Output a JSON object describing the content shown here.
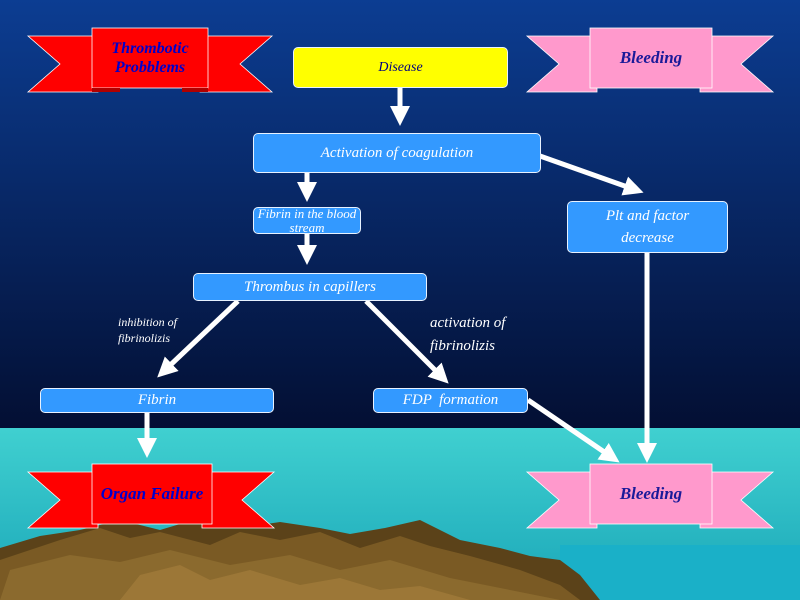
{
  "ribbons": {
    "thrombotic": "Thrombotic Probblems",
    "bleeding_top": "Bleeding",
    "organ_failure": "Organ Failure",
    "bleeding_bottom": "Bleeding"
  },
  "nodes": {
    "disease": "Disease",
    "activation": "Activation of coagulation",
    "fibrin_stream": "Fibrin in the blood stream",
    "plt_decrease": "Plt and factor decrease",
    "thrombus": "Thrombus in capillers",
    "fibrin": "Fibrin",
    "fdp": "FDP  formation"
  },
  "edge_labels": {
    "inhibition": "inhibition of fibrinolizis",
    "activation_fib": "activation of fibrinolizis"
  },
  "colors": {
    "sky_top": "#0a3a8c",
    "sky_bottom": "#030f33",
    "sea": "#3ec9c9",
    "red_ribbon": "#ff0000",
    "pink_ribbon": "#ff99cc",
    "node_blue": "#3399ff",
    "disease_yellow": "#ffff00",
    "ribbon_text_red": "#0000cc"
  }
}
